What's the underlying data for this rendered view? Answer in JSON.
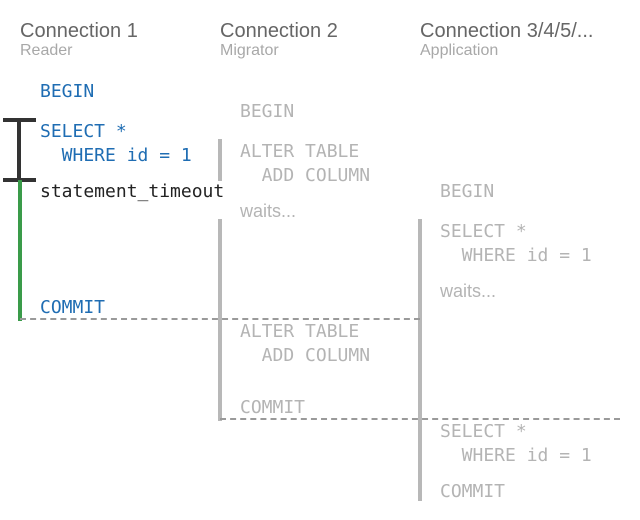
{
  "colors": {
    "keyword_blue": "#1f6db3",
    "statement_dark": "#222222",
    "faded_gray": "#b4b4b4",
    "header_gray": "#666666",
    "sub_gray": "#a8a8a8",
    "lock_bar_dark": "#333333",
    "green_bar": "#3a9b4a",
    "timeline_gray": "#b8b8b8",
    "dash_gray": "#9a9a9a"
  },
  "columns": [
    {
      "title": "Connection 1",
      "subtitle": "Reader"
    },
    {
      "title": "Connection 2",
      "subtitle": "Migrator"
    },
    {
      "title": "Connection 3/4/5/...",
      "subtitle": "Application"
    }
  ],
  "connection1": {
    "begin": "BEGIN",
    "select_line1": "SELECT *",
    "select_line2": "  WHERE id = 1",
    "statement_timeout": "statement_timeout",
    "commit": "COMMIT"
  },
  "connection2": {
    "begin": "BEGIN",
    "alter1_line1": "ALTER TABLE",
    "alter1_line2": "  ADD COLUMN",
    "waits": "waits...",
    "alter2_line1": "ALTER TABLE",
    "alter2_line2": "  ADD COLUMN",
    "commit": "COMMIT"
  },
  "connection3": {
    "begin": "BEGIN",
    "select1_line1": "SELECT *",
    "select1_line2": "  WHERE id = 1",
    "waits": "waits...",
    "select2_line1": "SELECT *",
    "select2_line2": "  WHERE id = 1",
    "commit": "COMMIT"
  }
}
